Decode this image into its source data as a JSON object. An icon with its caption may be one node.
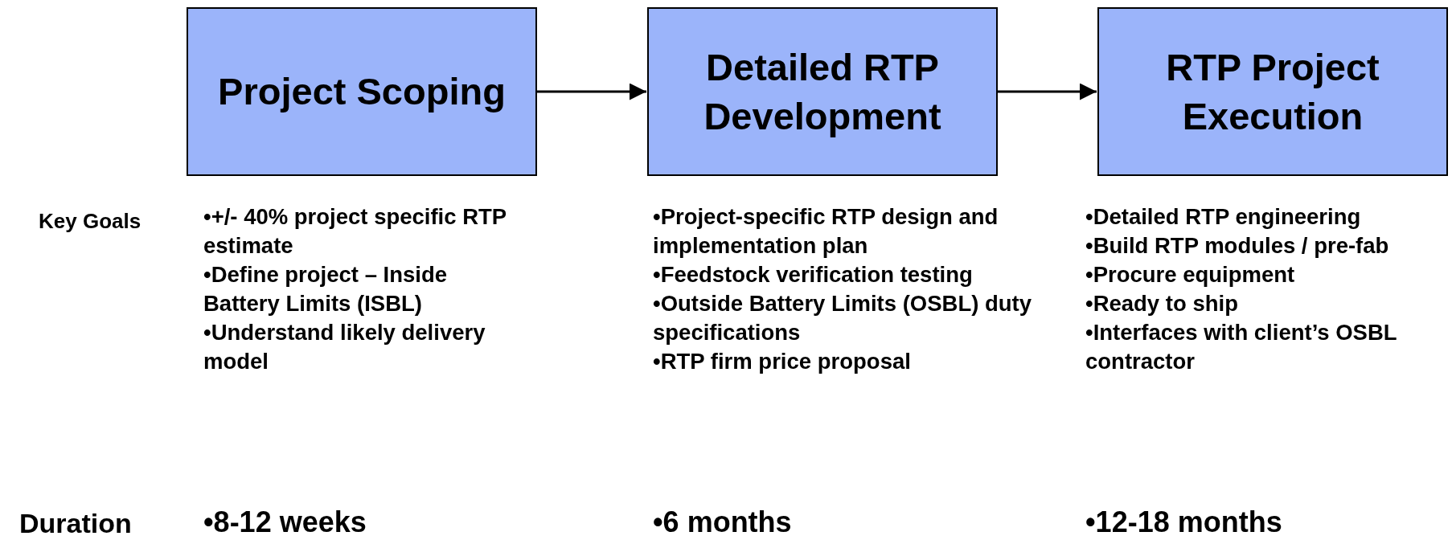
{
  "diagram": {
    "nodes": [
      {
        "text": [
          "Project Scoping"
        ],
        "beside": [
          "•+/- 40% project specific RTP estimate",
          "•Define project – Inside Battery Limits (ISBL)",
          "•Understand likely delivery model"
        ]
      },
      {
        "text": [
          "Detailed RTP Development"
        ],
        "beside": [
          "•Project-specific RTP design and implementation plan",
          "•Feedstock verification testing",
          "•Outside Battery Limits (OSBL) duty specifications",
          "•RTP firm price proposal"
        ]
      },
      {
        "text": [
          "RTP Project Execution"
        ],
        "beside": [
          "•Detailed RTP engineering",
          "•Build RTP modules / pre-fab",
          "•Procure equipment",
          "•Ready to ship",
          "•Interfaces with client’s OSBL contractor"
        ]
      }
    ],
    "edges": [
      {
        "from": 0,
        "to": 1,
        "arrow": "to"
      },
      {
        "from": 1,
        "to": 2,
        "arrow": "to"
      }
    ],
    "labels": [
      "Key Goals",
      "Duration",
      "•8-12 weeks",
      "•6 months",
      "•12-18 months"
    ]
  }
}
